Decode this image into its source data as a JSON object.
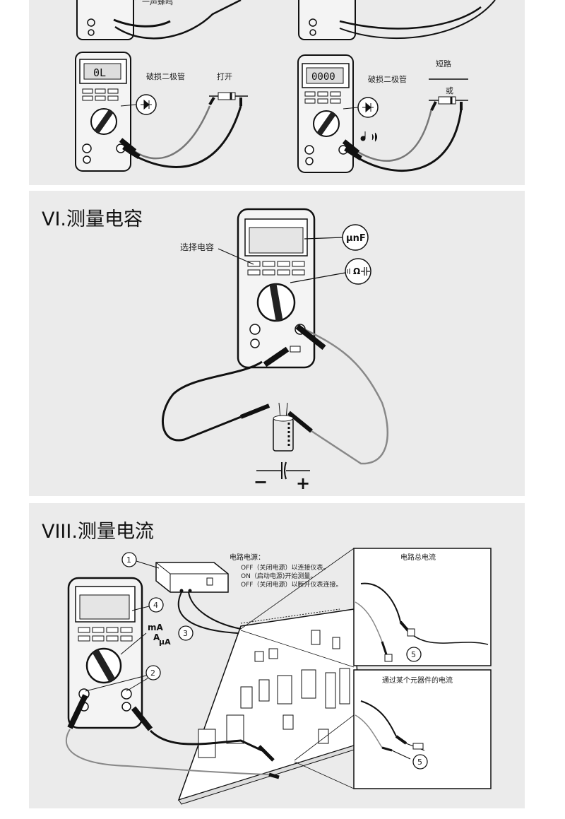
{
  "sections": {
    "diode": {
      "top_left_caption": "一声蜂鸣",
      "bottom_left_display": "0L",
      "bottom_left_label": "破损二极管",
      "bottom_left_state": "打开",
      "bottom_right_display": "0000",
      "bottom_right_label": "破损二极管",
      "short_label": "短路",
      "or_label": "或"
    },
    "capacitance": {
      "title": "VI.测量电容",
      "select_label": "选择电容",
      "display_callout": "μnF",
      "dial_callout": "Ω",
      "minus": "−",
      "plus": "+"
    },
    "current": {
      "title": "VIII.测量电流",
      "power_title": "电路电源：",
      "step1": "OFF（关闭电源）以连接仪表。",
      "step2": "ON（启动电源)开始测量。",
      "step3": "OFF（关闭电源）以断开仪表连接。",
      "inset_top_title": "电路总电流",
      "inset_bottom_title": "通过某个元器件的电流",
      "callout_1": "1",
      "callout_2": "2",
      "callout_3": "3",
      "callout_4": "4",
      "callout_5a": "5",
      "callout_5b": "5",
      "range_mA": "mA",
      "range_A": "A",
      "range_uA": "μA"
    }
  },
  "colors": {
    "panel_bg": "#ebebeb",
    "ink": "#111111",
    "meter_body": "#f4f4f4",
    "lead_black": "#1a1a1a"
  }
}
